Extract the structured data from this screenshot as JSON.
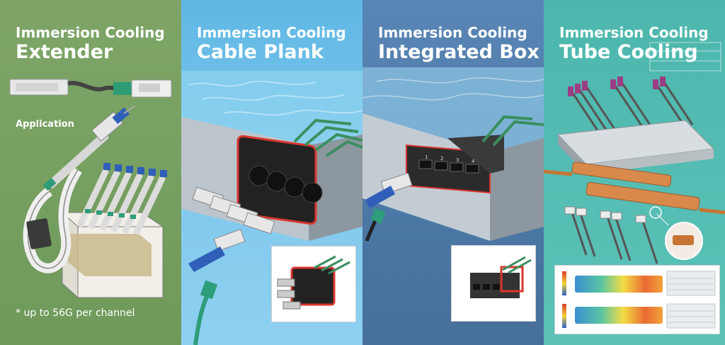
{
  "panels": [
    {
      "title_line1": "Immersion Cooling",
      "title_line2": "Extender",
      "subtitle": "Application",
      "footnote": "* up to 56G per channel"
    },
    {
      "title_line1": "Immersion Cooling",
      "title_line2": "Cable Plank"
    },
    {
      "title_line1": "Immersion Cooling",
      "title_line2": "Integrated Box"
    },
    {
      "title_line1": "Immersion Cooling",
      "title_line2": "Tube Cooling"
    }
  ],
  "box_port_numbers": [
    "1",
    "2",
    "3",
    "4"
  ],
  "colors": {
    "panel1_bg": "#7ea567",
    "panel2_bg": "#6cc0ea",
    "panel3_bg": "#4f7cab",
    "panel4_bg": "#52bcb1",
    "gasket_red": "#d9362f",
    "pull_tab_blue": "#2f5fb8",
    "connector_green": "#2e9d7a"
  }
}
